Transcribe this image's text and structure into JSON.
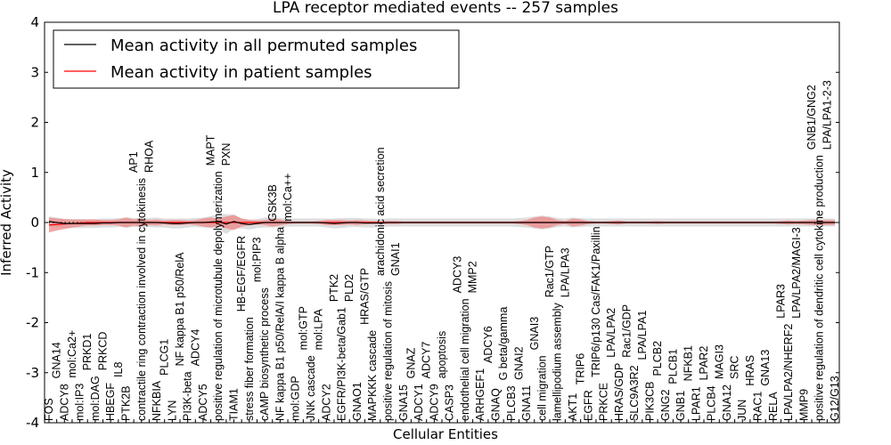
{
  "chart_data": {
    "type": "line",
    "title": "LPA receptor mediated events -- 257 samples",
    "xlabel": "Cellular Entities",
    "ylabel": "Inferred Activity",
    "ylim": [
      -4,
      4
    ],
    "yticks": [
      -4,
      -3,
      -2,
      -1,
      0,
      1,
      2,
      3,
      4
    ],
    "legend_position": "top-left",
    "grid": false,
    "colors": {
      "permuted": "#000000",
      "patient": "#ff0000",
      "patient_band": "#f08080",
      "permuted_band": "#d3d3d3"
    },
    "categories": [
      "FOS",
      "GNA14",
      "ADCY8",
      "mol:Ca2+",
      "mol:IP3",
      "PRKD1",
      "mol:DAG",
      "PRKCD",
      "HBEGF",
      "IL8",
      "PTK2B",
      "AP1",
      "contractile ring contraction involved in cytokinesis",
      "RHOA",
      "NFKBIA",
      "PLCG1",
      "LYN",
      "NF kappa B1 p50/RelA",
      "PI3K-beta",
      "ADCY4",
      "ADCY5",
      "MAPT",
      "positive regulation of microtubule depolymerization",
      "PXN",
      "TIAM1",
      "HB-EGF/EGFR",
      "stress fiber formation",
      "mol:PIP3",
      "cAMP biosynthetic process",
      "GSK3B",
      "NF kappa B1 p50/RelA/I kappa B alpha",
      "mol:Ca++",
      "mol:GDP",
      "mol:GTP",
      "JNK cascade",
      "mol:LPA",
      "ADCY2",
      "PTK2",
      "EGFR/PI3K-beta/Gab1",
      "PLD2",
      "GNAO1",
      "HRAS/GTP",
      "MAPKKK cascade",
      "arachidonic acid secretion",
      "positive regulation of mitosis",
      "GNAI1",
      "GNA15",
      "GNAZ",
      "ADCY1",
      "ADCY7",
      "ADCY9",
      "apoptosis",
      "CASP3",
      "ADCY3",
      "endothelial cell migration",
      "MMP2",
      "ARHGEF1",
      "ADCY6",
      "GNAQ",
      "G beta/gamma",
      "PLCB3",
      "GNAI2",
      "GNA11",
      "GNAI3",
      "cell migration",
      "Rac1/GTP",
      "lamellipodium assembly",
      "LPA/LPA3",
      "AKT1",
      "TRIP6",
      "EGFR",
      "TRIP6/p130 Cas/FAK1/Paxillin",
      "PRKCE",
      "LPA/LPA2",
      "HRAS/GDP",
      "Rac1/GDP",
      "SLC9A3R2",
      "LPA/LPA1",
      "PIK3CB",
      "PLCB2",
      "GNG2",
      "PLCB1",
      "GNB1",
      "NFKB1",
      "LPAR1",
      "LPAR2",
      "PLCB4",
      "MAGI3",
      "GNA12",
      "SRC",
      "JUN",
      "HRAS",
      "RAC1",
      "GNA13",
      "RELA",
      "LPAR3",
      "LPA/LPA2/NHERF2",
      "LPA/LPA2/MAGI-3",
      "MMP9",
      "GNB1/GNG2",
      "positive regulation of dendritic cell cytokine production",
      "LPA/LPA1-2-3",
      "G12/G13"
    ],
    "series": [
      {
        "name": "Mean activity in all permuted samples",
        "values": [
          0.02,
          0.0,
          -0.02,
          -0.02,
          -0.02,
          -0.02,
          -0.02,
          -0.01,
          -0.01,
          0.0,
          0.0,
          0.0,
          0.0,
          0.0,
          0.0,
          -0.01,
          -0.02,
          -0.02,
          -0.01,
          0.0,
          0.0,
          0.01,
          0.02,
          -0.03,
          0.02,
          -0.02,
          -0.04,
          -0.02,
          0.0,
          0.0,
          0.0,
          0.0,
          0.0,
          0.0,
          0.0,
          0.0,
          -0.01,
          -0.02,
          -0.01,
          0.0,
          0.0,
          -0.01,
          -0.01,
          -0.01,
          0.0,
          0.0,
          0.0,
          0.0,
          0.0,
          0.0,
          0.0,
          0.0,
          0.0,
          0.0,
          0.0,
          0.0,
          0.0,
          0.0,
          0.0,
          0.0,
          0.0,
          0.0,
          0.0,
          0.0,
          0.0,
          0.0,
          0.0,
          0.0,
          0.0,
          0.0,
          0.0,
          0.0,
          0.0,
          0.0,
          0.0,
          0.0,
          0.0,
          0.0,
          0.0,
          0.0,
          0.0,
          0.0,
          0.0,
          0.0,
          0.0,
          0.0,
          0.0,
          0.0,
          0.0,
          0.0,
          0.0,
          0.0,
          0.0,
          0.0,
          0.0,
          0.0,
          0.0,
          0.0,
          0.0,
          0.0,
          0.0,
          0.0,
          0.0
        ],
        "band": [
          0.1,
          0.1,
          0.09,
          0.09,
          0.09,
          0.09,
          0.09,
          0.09,
          0.09,
          0.09,
          0.1,
          0.09,
          0.09,
          0.09,
          0.1,
          0.09,
          0.1,
          0.1,
          0.09,
          0.09,
          0.1,
          0.12,
          0.15,
          0.2,
          0.14,
          0.1,
          0.1,
          0.09,
          0.1,
          0.1,
          0.09,
          0.08,
          0.08,
          0.08,
          0.08,
          0.08,
          0.09,
          0.1,
          0.1,
          0.09,
          0.09,
          0.09,
          0.09,
          0.08,
          0.08,
          0.08,
          0.08,
          0.08,
          0.08,
          0.08,
          0.08,
          0.08,
          0.08,
          0.08,
          0.08,
          0.08,
          0.08,
          0.08,
          0.08,
          0.08,
          0.08,
          0.09,
          0.1,
          0.12,
          0.14,
          0.12,
          0.09,
          0.08,
          0.1,
          0.09,
          0.08,
          0.08,
          0.08,
          0.08,
          0.08,
          0.08,
          0.08,
          0.08,
          0.08,
          0.08,
          0.08,
          0.08,
          0.08,
          0.08,
          0.08,
          0.08,
          0.08,
          0.08,
          0.08,
          0.08,
          0.08,
          0.08,
          0.08,
          0.08,
          0.08,
          0.08,
          0.08,
          0.08,
          0.08,
          0.08,
          0.08,
          0.08,
          0.08
        ]
      },
      {
        "name": "Mean activity in patient samples",
        "values": [
          -0.05,
          -0.04,
          -0.03,
          -0.02,
          -0.01,
          0.0,
          0.0,
          0.0,
          0.0,
          0.0,
          0.0,
          0.0,
          0.0,
          0.0,
          0.0,
          0.0,
          0.0,
          0.0,
          0.0,
          0.0,
          0.0,
          0.0,
          0.0,
          0.0,
          0.0,
          0.0,
          0.0,
          0.0,
          0.0,
          0.0,
          0.0,
          0.0,
          0.0,
          0.0,
          0.0,
          0.0,
          0.0,
          0.0,
          0.0,
          0.0,
          0.0,
          0.0,
          0.0,
          0.0,
          0.0,
          0.0,
          0.0,
          0.0,
          0.0,
          0.0,
          0.0,
          0.0,
          0.0,
          0.0,
          0.0,
          0.0,
          0.0,
          0.0,
          0.0,
          0.0,
          0.0,
          0.0,
          0.0,
          0.0,
          0.0,
          0.0,
          0.0,
          0.0,
          0.0,
          0.0,
          0.0,
          0.0,
          0.0,
          0.0,
          0.0,
          0.0,
          0.0,
          0.0,
          0.0,
          0.0,
          0.0,
          0.0,
          0.0,
          0.0,
          0.0,
          0.0,
          0.0,
          0.0,
          0.0,
          0.0,
          0.0,
          0.0,
          0.0,
          0.0,
          0.0,
          0.0,
          0.0,
          0.0,
          0.0,
          0.0,
          0.0,
          0.0,
          0.0
        ],
        "band": [
          0.15,
          0.12,
          0.1,
          0.08,
          0.07,
          0.06,
          0.06,
          0.05,
          0.05,
          0.06,
          0.1,
          0.06,
          0.08,
          0.05,
          0.06,
          0.04,
          0.05,
          0.05,
          0.04,
          0.05,
          0.08,
          0.1,
          0.07,
          0.12,
          0.15,
          0.08,
          0.05,
          0.04,
          0.05,
          0.08,
          0.06,
          0.03,
          0.02,
          0.02,
          0.02,
          0.03,
          0.05,
          0.05,
          0.05,
          0.04,
          0.05,
          0.04,
          0.03,
          0.03,
          0.03,
          0.03,
          0.02,
          0.02,
          0.02,
          0.02,
          0.02,
          0.02,
          0.02,
          0.02,
          0.02,
          0.02,
          0.02,
          0.02,
          0.02,
          0.02,
          0.02,
          0.03,
          0.05,
          0.1,
          0.12,
          0.1,
          0.05,
          0.03,
          0.08,
          0.06,
          0.03,
          0.02,
          0.02,
          0.03,
          0.04,
          0.02,
          0.02,
          0.02,
          0.02,
          0.03,
          0.02,
          0.02,
          0.02,
          0.02,
          0.02,
          0.02,
          0.02,
          0.02,
          0.02,
          0.02,
          0.02,
          0.02,
          0.02,
          0.02,
          0.02,
          0.03,
          0.04,
          0.03,
          0.04,
          0.05,
          0.05,
          0.05,
          0.05
        ]
      }
    ]
  }
}
